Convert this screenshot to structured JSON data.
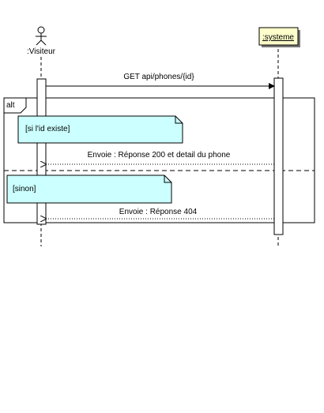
{
  "participants": [
    {
      "name": ":Visiteur",
      "kind": "actor"
    },
    {
      "name": ":systeme",
      "kind": "object"
    }
  ],
  "messages": [
    {
      "label": "GET api/phones/{id}",
      "from": ":Visiteur",
      "to": ":systeme",
      "style": "solid"
    },
    {
      "label": "Envoie : Réponse 200 et detail du phone",
      "from": ":systeme",
      "to": ":Visiteur",
      "style": "dotted"
    },
    {
      "label": "Envoie : Réponse 404",
      "from": ":systeme",
      "to": ":Visiteur",
      "style": "dotted"
    }
  ],
  "fragment": {
    "operator": "alt",
    "guards": [
      "[si l'id existe]",
      "[sinon]"
    ]
  },
  "colors": {
    "note_fill": "#ccffff",
    "object_fill": "#ffffcc",
    "line": "#000000"
  }
}
